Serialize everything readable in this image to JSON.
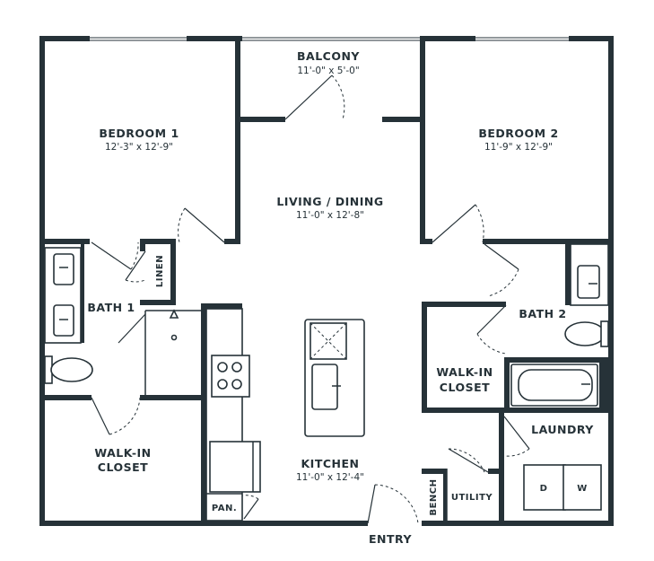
{
  "rooms": {
    "balcony": {
      "name": "BALCONY",
      "dims": "11'-0\" x 5'-0\""
    },
    "bedroom1": {
      "name": "BEDROOM 1",
      "dims": "12'-3\" x 12'-9\""
    },
    "bedroom2": {
      "name": "BEDROOM 2",
      "dims": "11'-9\" x 12'-9\""
    },
    "living": {
      "name": "LIVING / DINING",
      "dims": "11'-0\" x 12'-8\""
    },
    "kitchen": {
      "name": "KITCHEN",
      "dims": "11'-0\" x 12'-4\""
    },
    "bath1": {
      "name": "BATH 1"
    },
    "bath2": {
      "name": "BATH 2"
    },
    "walkin1": {
      "line1": "WALK-IN",
      "line2": "CLOSET"
    },
    "walkin2": {
      "line1": "WALK-IN",
      "line2": "CLOSET"
    },
    "laundry": {
      "name": "LAUNDRY"
    },
    "utility": {
      "name": "UTILITY"
    },
    "linen": {
      "name": "LINEN"
    },
    "bench": {
      "name": "BENCH"
    },
    "pantry": {
      "name": "PAN."
    },
    "entry": {
      "name": "ENTRY"
    }
  },
  "appliances": {
    "dryer": "D",
    "washer": "W"
  }
}
